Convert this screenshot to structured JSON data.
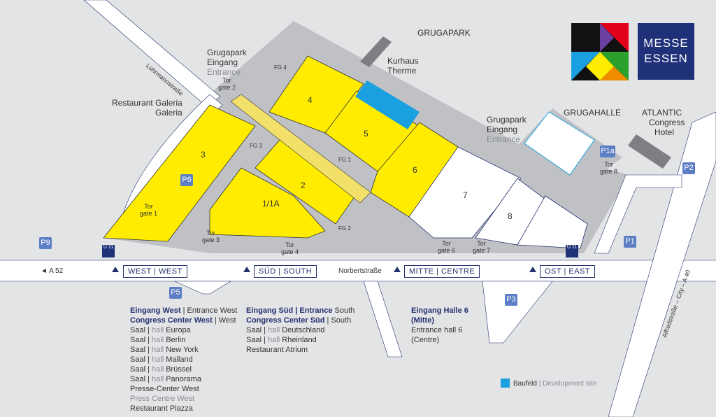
{
  "brand": {
    "line1": "MESSE",
    "line2": "ESSEN"
  },
  "areas": {
    "grugapark": "GRUGAPARK",
    "kurhaus": [
      "Kurhaus",
      "Therme"
    ],
    "grugahalle": "GRUGAHALLE",
    "atlantic": [
      "ATLANTIC",
      "Congress",
      "Hotel"
    ]
  },
  "streets": {
    "luehrmann": "Lührmannstraße",
    "norbert": "Norbertstraße",
    "a52": "◄ A 52",
    "alfred": "Alfredstraße – City – A 40"
  },
  "entrances_top": {
    "north": {
      "line1": "Grugapark",
      "line2": "Eingang",
      "line3": "Entrance"
    },
    "east": {
      "line1": "Grugapark",
      "line2": "Eingang",
      "line3": "Entrance"
    }
  },
  "restaurant_galeria": "Restaurant Galeria",
  "galeria": "Galeria",
  "halls": [
    "4",
    "5",
    "6",
    "3",
    "2",
    "1/1A",
    "7",
    "8"
  ],
  "fg": [
    "FG 4",
    "FG 3",
    "FG 1",
    "FG 2"
  ],
  "gates": {
    "g2": {
      "tor": "Tor",
      "gate": "gate 2"
    },
    "g1": {
      "tor": "Tor",
      "gate": "gate 1"
    },
    "g3": {
      "tor": "Tor",
      "gate": "gate 3"
    },
    "g4": {
      "tor": "Tor",
      "gate": "gate 4"
    },
    "g6": {
      "tor": "Tor",
      "gate": "gate 6"
    },
    "g7": {
      "tor": "Tor",
      "gate": "gate 7"
    },
    "g8": {
      "tor": "Tor",
      "gate": "gate 8"
    }
  },
  "entrance_boxes": {
    "west": "WEST | WEST",
    "sued": "SÜD | SOUTH",
    "mitte": "MITTE | CENTRE",
    "ost": "OST | EAST"
  },
  "parking": {
    "p1": "P1",
    "p1a": "P1a",
    "p2": "P2",
    "p3": "P3",
    "p5": "P5",
    "p6": "P6",
    "p9": "P9"
  },
  "ubahn": "U 11",
  "west_list": {
    "title_de": "Eingang West",
    "title_en": " | Entrance West",
    "cc_de": "Congress Center West",
    "cc_en": " | West",
    "items": [
      {
        "a": "Saal",
        "b": "hall",
        "c": "Europa"
      },
      {
        "a": "Saal",
        "b": "hall",
        "c": "Berlin"
      },
      {
        "a": "Saal",
        "b": "hall",
        "c": "New York"
      },
      {
        "a": "Saal",
        "b": "hall",
        "c": "Mailand"
      },
      {
        "a": "Saal",
        "b": "hall",
        "c": "Brüssel"
      },
      {
        "a": "Saal",
        "b": "hall",
        "c": "Panorama"
      }
    ],
    "presse": "Presse-Center West",
    "press": "Press Centre West",
    "restaurant": "Restaurant Piazza"
  },
  "south_list": {
    "title_de": "Eingang Süd | Entrance",
    "title_en": " South",
    "cc_de": "Congress Center Süd",
    "cc_en": " | South",
    "items": [
      {
        "a": "Saal",
        "b": "hall",
        "c": "Deutschland"
      },
      {
        "a": "Saal",
        "b": "hall",
        "c": "Rheinland"
      }
    ],
    "restaurant": "Restaurant Atrium"
  },
  "mitte_list": {
    "line1": "Eingang Halle 6",
    "line2": "(Mitte)",
    "line3": "Entrance hall 6",
    "line4": "(Centre)"
  },
  "legend": {
    "de": "Baufeld",
    "sep": " | ",
    "en": "Development site"
  },
  "colors": {
    "hall": "#ffec00",
    "site": "#1aa0e0",
    "navy": "#23306e",
    "ground": "#bfc1c4",
    "road": "#ffffff"
  }
}
